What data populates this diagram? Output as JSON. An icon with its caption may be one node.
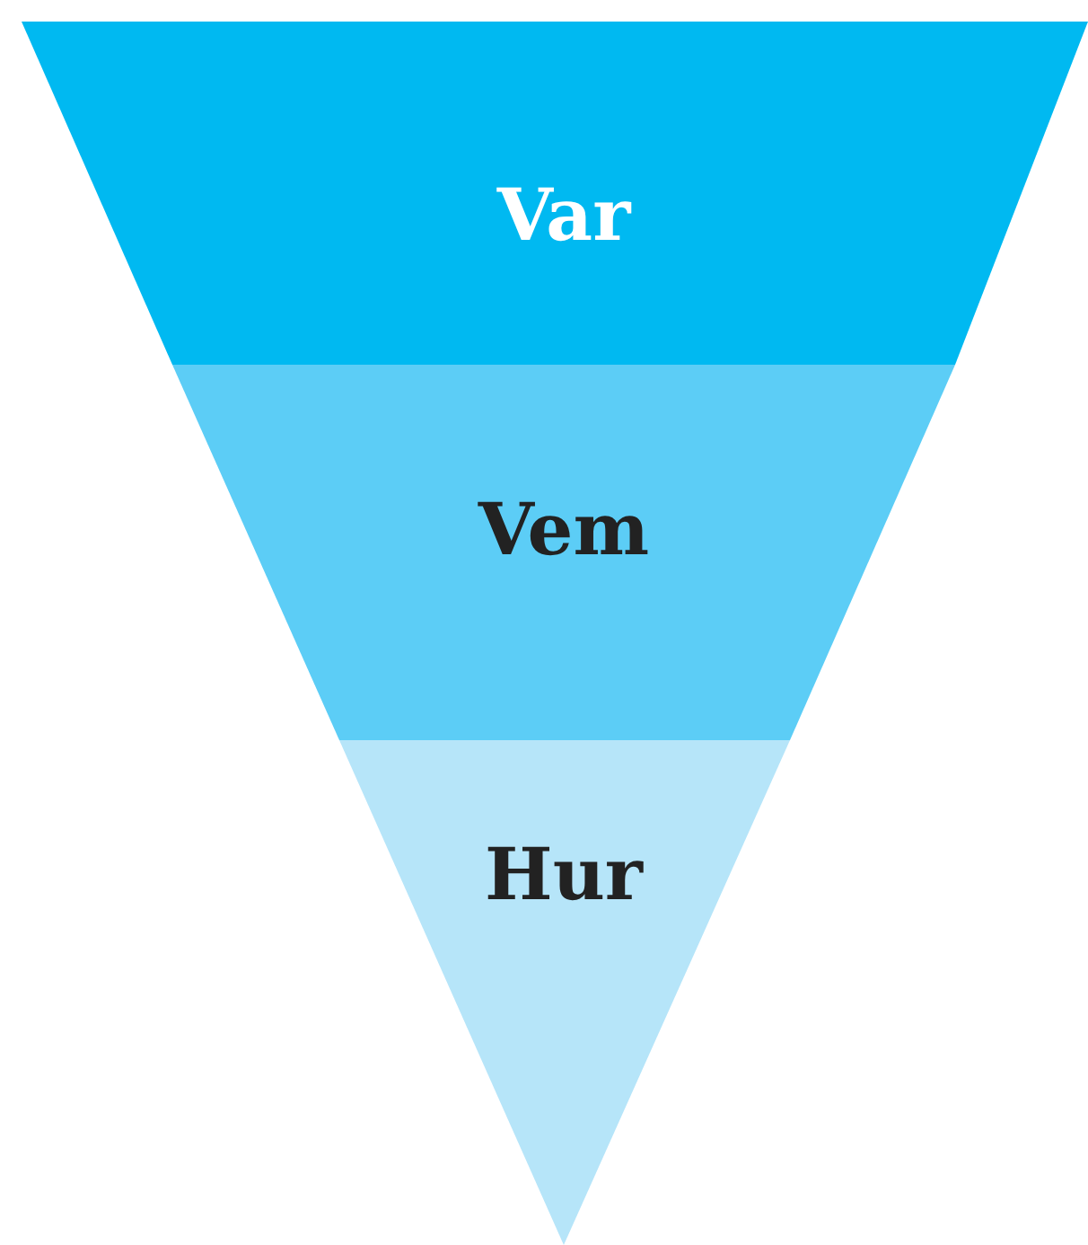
{
  "diagram": {
    "nodes": [
      {
        "text": [
          "Var"
        ]
      },
      {
        "text": [
          "Vem"
        ]
      },
      {
        "text": [
          "Hur"
        ]
      }
    ]
  }
}
